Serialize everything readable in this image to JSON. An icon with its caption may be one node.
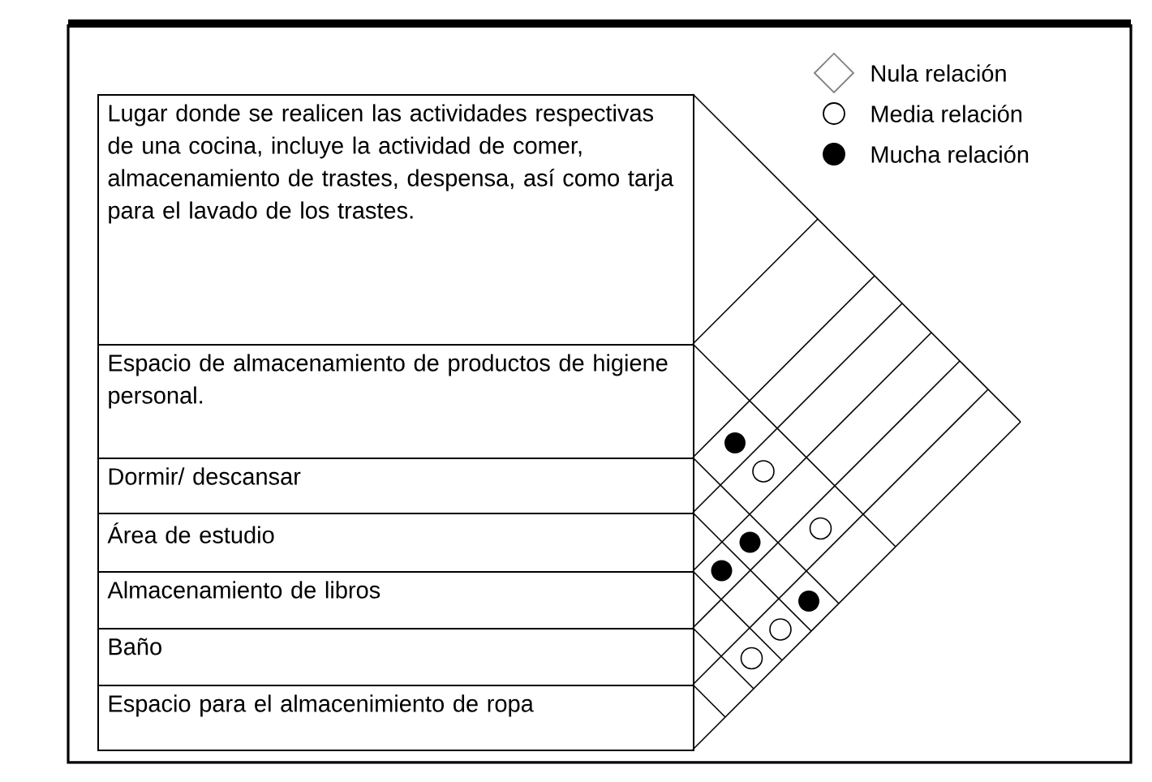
{
  "diagram": {
    "nodes": [
      {
        "text": [
          "Lugar donde se realicen las actividades respectivas de una cocina, incluye la actividad de comer, almacenamiento de trastes, despensa, así como tarja para el lavado de los trastes."
        ]
      },
      {
        "text": [
          "Espacio de almacenamiento de productos de higiene personal."
        ]
      },
      {
        "text": [
          "Dormir/ descansar"
        ]
      },
      {
        "text": [
          "Área de estudio"
        ]
      },
      {
        "text": [
          "Almacenamiento de libros"
        ]
      },
      {
        "text": [
          "Baño"
        ]
      },
      {
        "text": [
          "Espacio para el almacenimiento de ropa"
        ]
      }
    ],
    "legend": [
      {
        "text": "Nula relación"
      },
      {
        "text": "Media relación"
      },
      {
        "text": "Mucha relación"
      }
    ]
  }
}
